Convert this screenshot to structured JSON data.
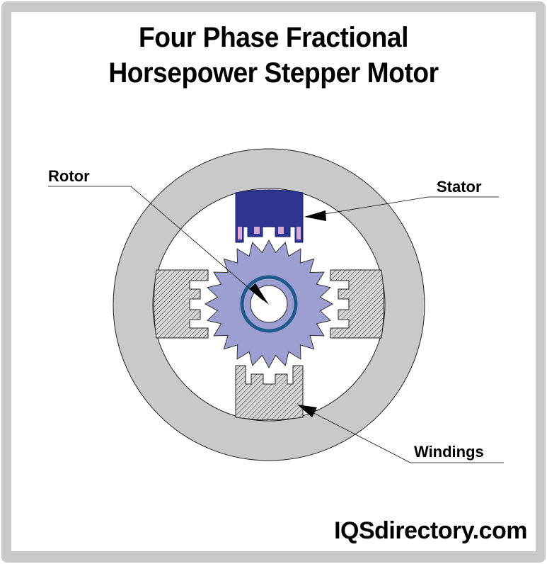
{
  "title": {
    "line1": "Four Phase Fractional",
    "line2": "Horsepower Stepper Motor"
  },
  "labels": {
    "rotor": "Rotor",
    "stator": "Stator",
    "windings": "Windings"
  },
  "logo": "IQSdirectory.com",
  "colors": {
    "frame": "#c8c9cb",
    "stator_active": "#2e3591",
    "slot": "#d9a9d6",
    "rotor": "#9d9fd3",
    "hub_ring": "#1f5a8a",
    "housing": "#c8c9cb"
  },
  "rotor_teeth": 24
}
